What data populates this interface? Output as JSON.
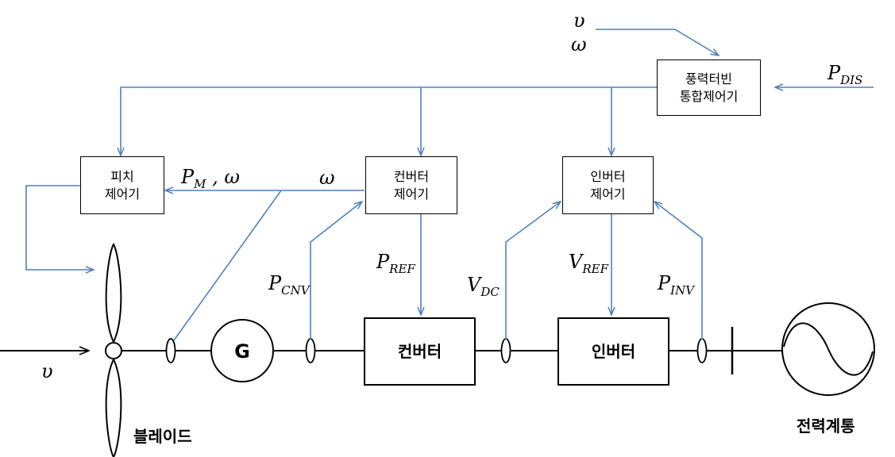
{
  "blocks": {
    "integrated": [
      "풍력터빈",
      "통합제어기"
    ],
    "pitch": [
      "피치",
      "제어기"
    ],
    "conv_ctrl": [
      "컨버터",
      "제어기"
    ],
    "inv_ctrl": [
      "인버터",
      "제어기"
    ],
    "converter": "컨버터",
    "inverter": "인버터",
    "generator": "G"
  },
  "captions": {
    "blade": "블레이드",
    "grid": "전력계통"
  },
  "signals": {
    "v_top": "υ",
    "w_top": "ω",
    "p_dis": "P",
    "p_dis_sub": "DIS",
    "pm": "P",
    "pm_sub": "M",
    "pm_rest": " , ω",
    "w_mid": "ω",
    "p_cnv": "P",
    "p_cnv_sub": "CNV",
    "p_ref": "P",
    "p_ref_sub": "REF",
    "v_dc": "V",
    "v_dc_sub": "DC",
    "v_ref": "V",
    "v_ref_sub": "REF",
    "p_inv": "P",
    "p_inv_sub": "INV",
    "v_wind": "υ"
  },
  "colors": {
    "signal": "#4f81bd",
    "power": "#000000"
  }
}
